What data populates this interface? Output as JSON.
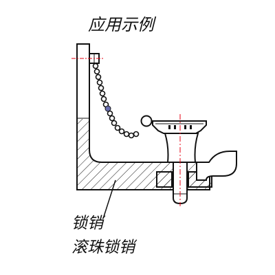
{
  "diagram": {
    "title": "应用示例",
    "labels": [
      "锁销",
      "滚珠锁销"
    ],
    "colors": {
      "line": "#111111",
      "centerline": "#e60012",
      "highlight_ball": "#6a6fb0",
      "background": "#ffffff"
    }
  }
}
